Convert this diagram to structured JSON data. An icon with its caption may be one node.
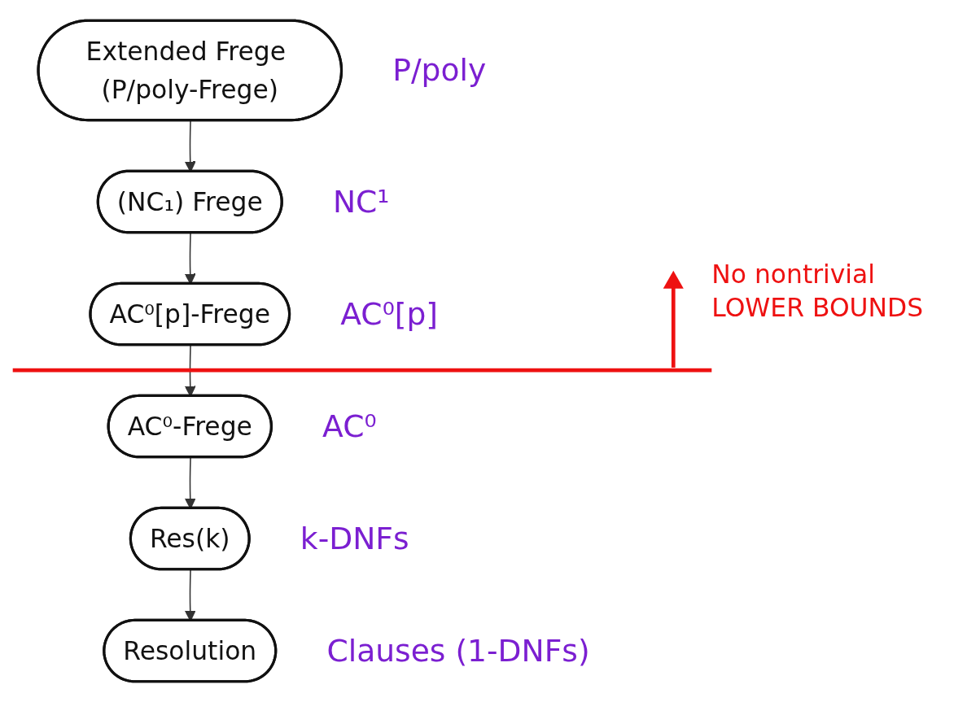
{
  "diagram": {
    "nodes": [
      {
        "text": [
          "Extended Frege (P/poly-Frege)"
        ],
        "beside": [
          "P/poly"
        ]
      },
      {
        "text": [
          "(NC₁) Frege"
        ],
        "beside": [
          "NC¹"
        ]
      },
      {
        "text": [
          "AC⁰[p]-Frege"
        ],
        "beside": [
          "AC⁰[p]"
        ]
      },
      {
        "text": [
          "AC⁰-Frege"
        ],
        "beside": [
          "AC⁰"
        ]
      },
      {
        "text": [
          "Res(k)"
        ],
        "beside": [
          "k-DNFs"
        ]
      },
      {
        "text": [
          "Resolution"
        ],
        "beside": [
          "Clauses (1-DNFs)"
        ]
      }
    ],
    "edges": [
      {
        "from": 0,
        "to": 1,
        "arrow": "to"
      },
      {
        "from": 1,
        "to": 2,
        "arrow": "to"
      },
      {
        "from": 2,
        "to": 3,
        "arrow": "to"
      },
      {
        "from": 3,
        "to": 4,
        "arrow": "to"
      },
      {
        "from": 4,
        "to": 5,
        "arrow": "to"
      }
    ],
    "labels": [
      "No nontrivial LOWER BOUNDS"
    ]
  }
}
